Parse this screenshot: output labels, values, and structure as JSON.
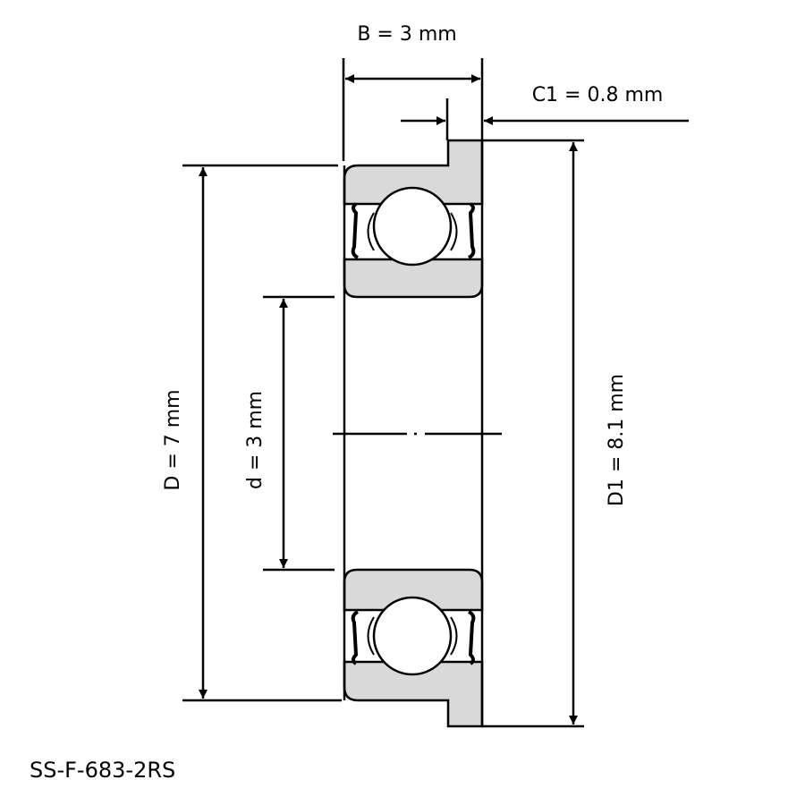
{
  "drawing": {
    "part_number": "SS-F-683-2RS",
    "dimensions": {
      "B": "B = 3 mm",
      "C1": "C1 = 0.8 mm",
      "D": "D = 7 mm",
      "d": "d = 3 mm",
      "D1": "D1 = 8.1 mm"
    },
    "colors": {
      "ring_fill": "#d9d9d9",
      "line": "#000000",
      "background": "#ffffff"
    }
  }
}
